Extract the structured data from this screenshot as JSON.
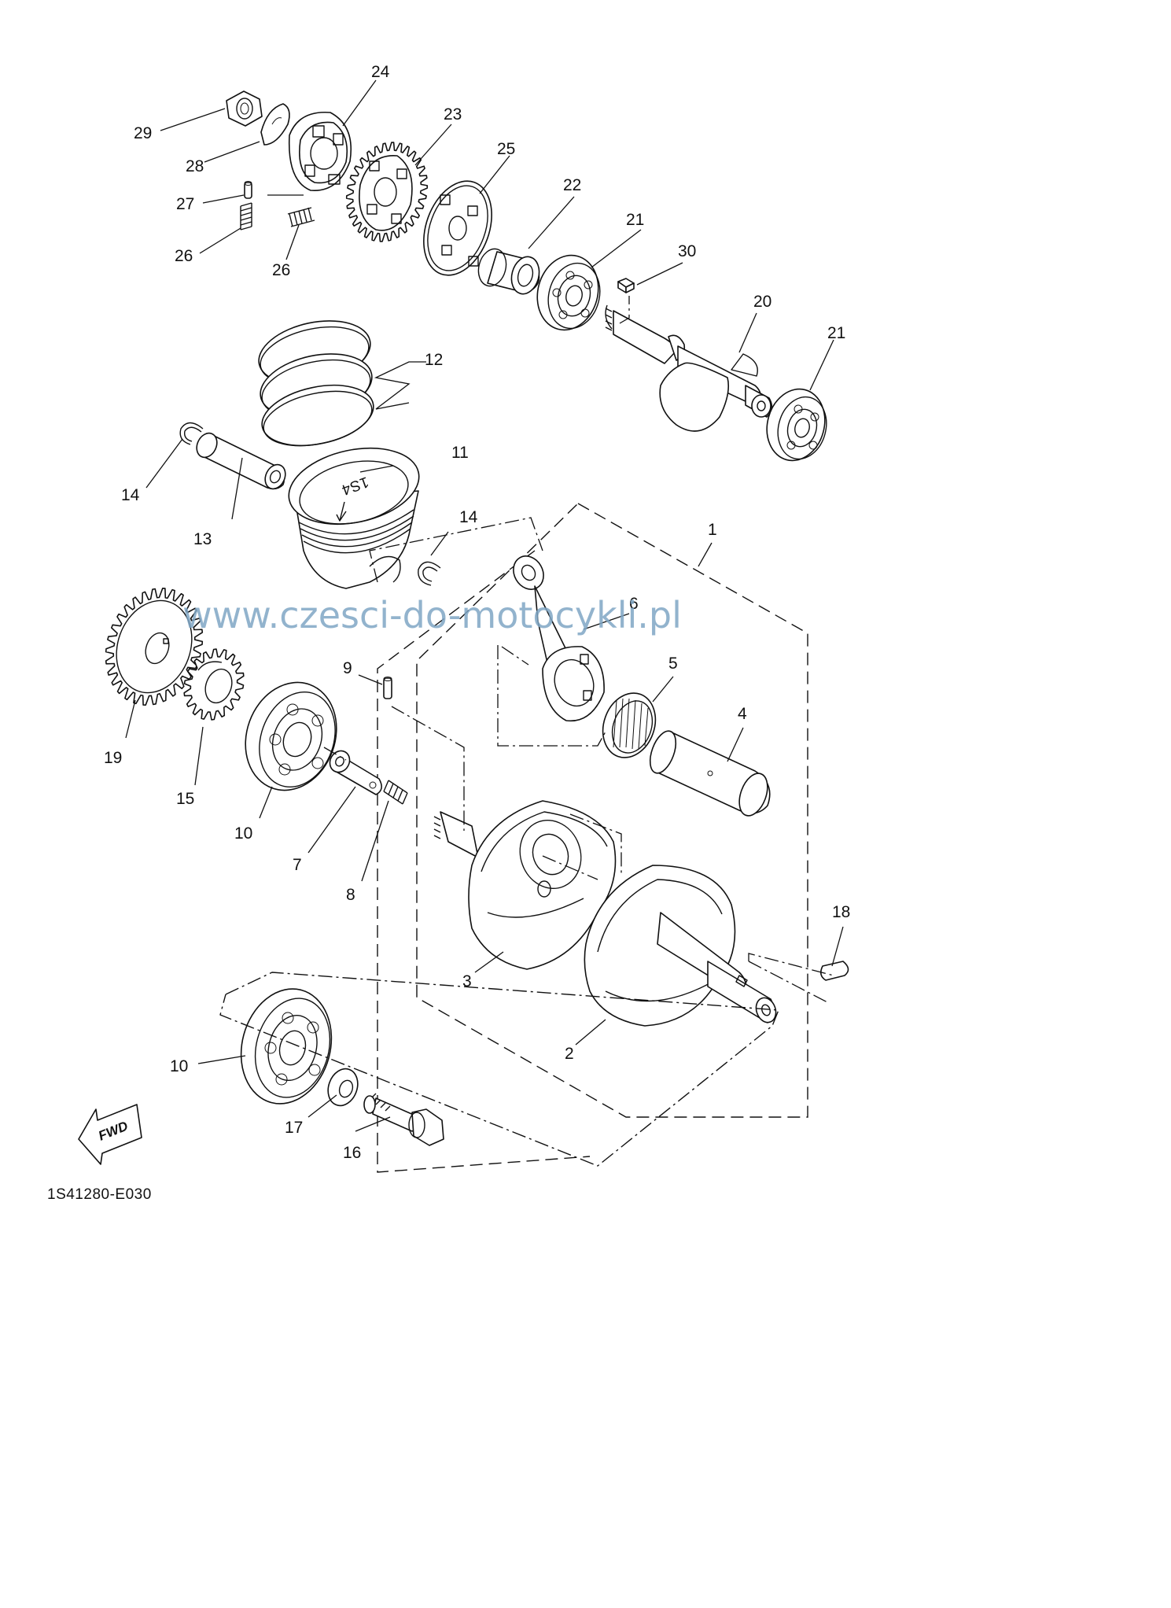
{
  "watermark": "www.czesci-do-motocykli.pl",
  "diagram_code": "1S41280-E030",
  "fwd_label": "FWD",
  "callouts": {
    "c1": "1",
    "c2": "2",
    "c3": "3",
    "c4": "4",
    "c5": "5",
    "c6": "6",
    "c7": "7",
    "c8": "8",
    "c9": "9",
    "c10a": "10",
    "c10b": "10",
    "c11": "11",
    "c12": "12",
    "c13": "13",
    "c14a": "14",
    "c14b": "14",
    "c15": "15",
    "c16": "16",
    "c17": "17",
    "c18": "18",
    "c19": "19",
    "c20": "20",
    "c21a": "21",
    "c21b": "21",
    "c22": "22",
    "c23": "23",
    "c24": "24",
    "c25": "25",
    "c26a": "26",
    "c26b": "26",
    "c27": "27",
    "c28": "28",
    "c29": "29",
    "c30": "30"
  },
  "piston_mark": "1S4"
}
